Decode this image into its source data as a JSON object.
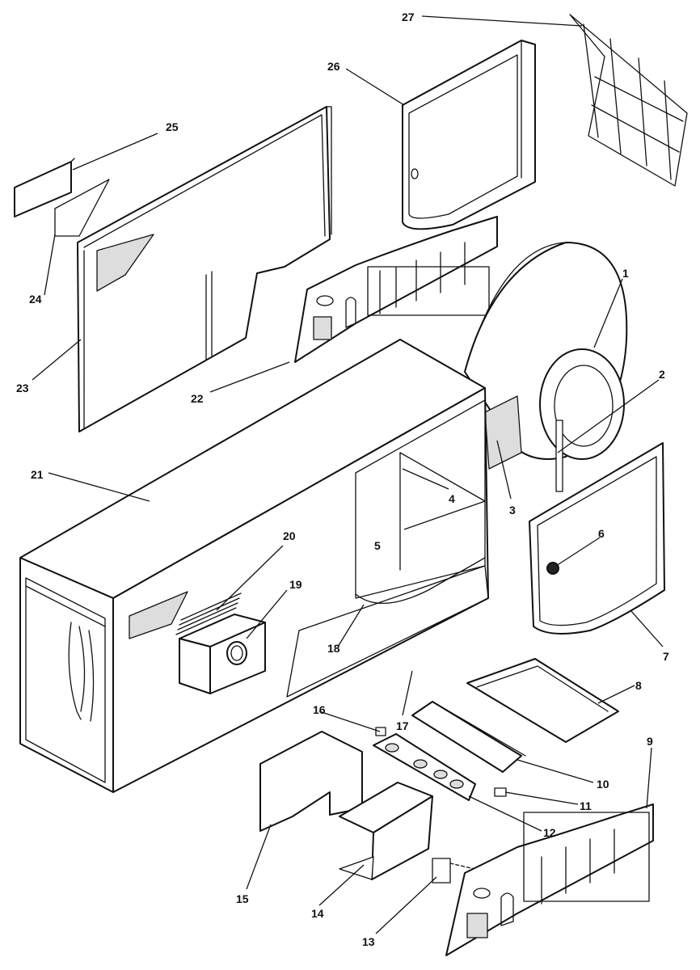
{
  "callouts": [
    {
      "label": "1"
    },
    {
      "label": "2"
    },
    {
      "label": "3"
    },
    {
      "label": "4"
    },
    {
      "label": "5"
    },
    {
      "label": "6"
    },
    {
      "label": "7"
    },
    {
      "label": "8"
    },
    {
      "label": "9"
    },
    {
      "label": "10"
    },
    {
      "label": "11"
    },
    {
      "label": "12"
    },
    {
      "label": "13"
    },
    {
      "label": "14"
    },
    {
      "label": "15"
    },
    {
      "label": "16"
    },
    {
      "label": "17"
    },
    {
      "label": "18"
    },
    {
      "label": "19"
    },
    {
      "label": "20"
    },
    {
      "label": "21"
    },
    {
      "label": "22"
    },
    {
      "label": "23"
    },
    {
      "label": "24"
    },
    {
      "label": "25"
    },
    {
      "label": "26"
    },
    {
      "label": "27"
    }
  ]
}
